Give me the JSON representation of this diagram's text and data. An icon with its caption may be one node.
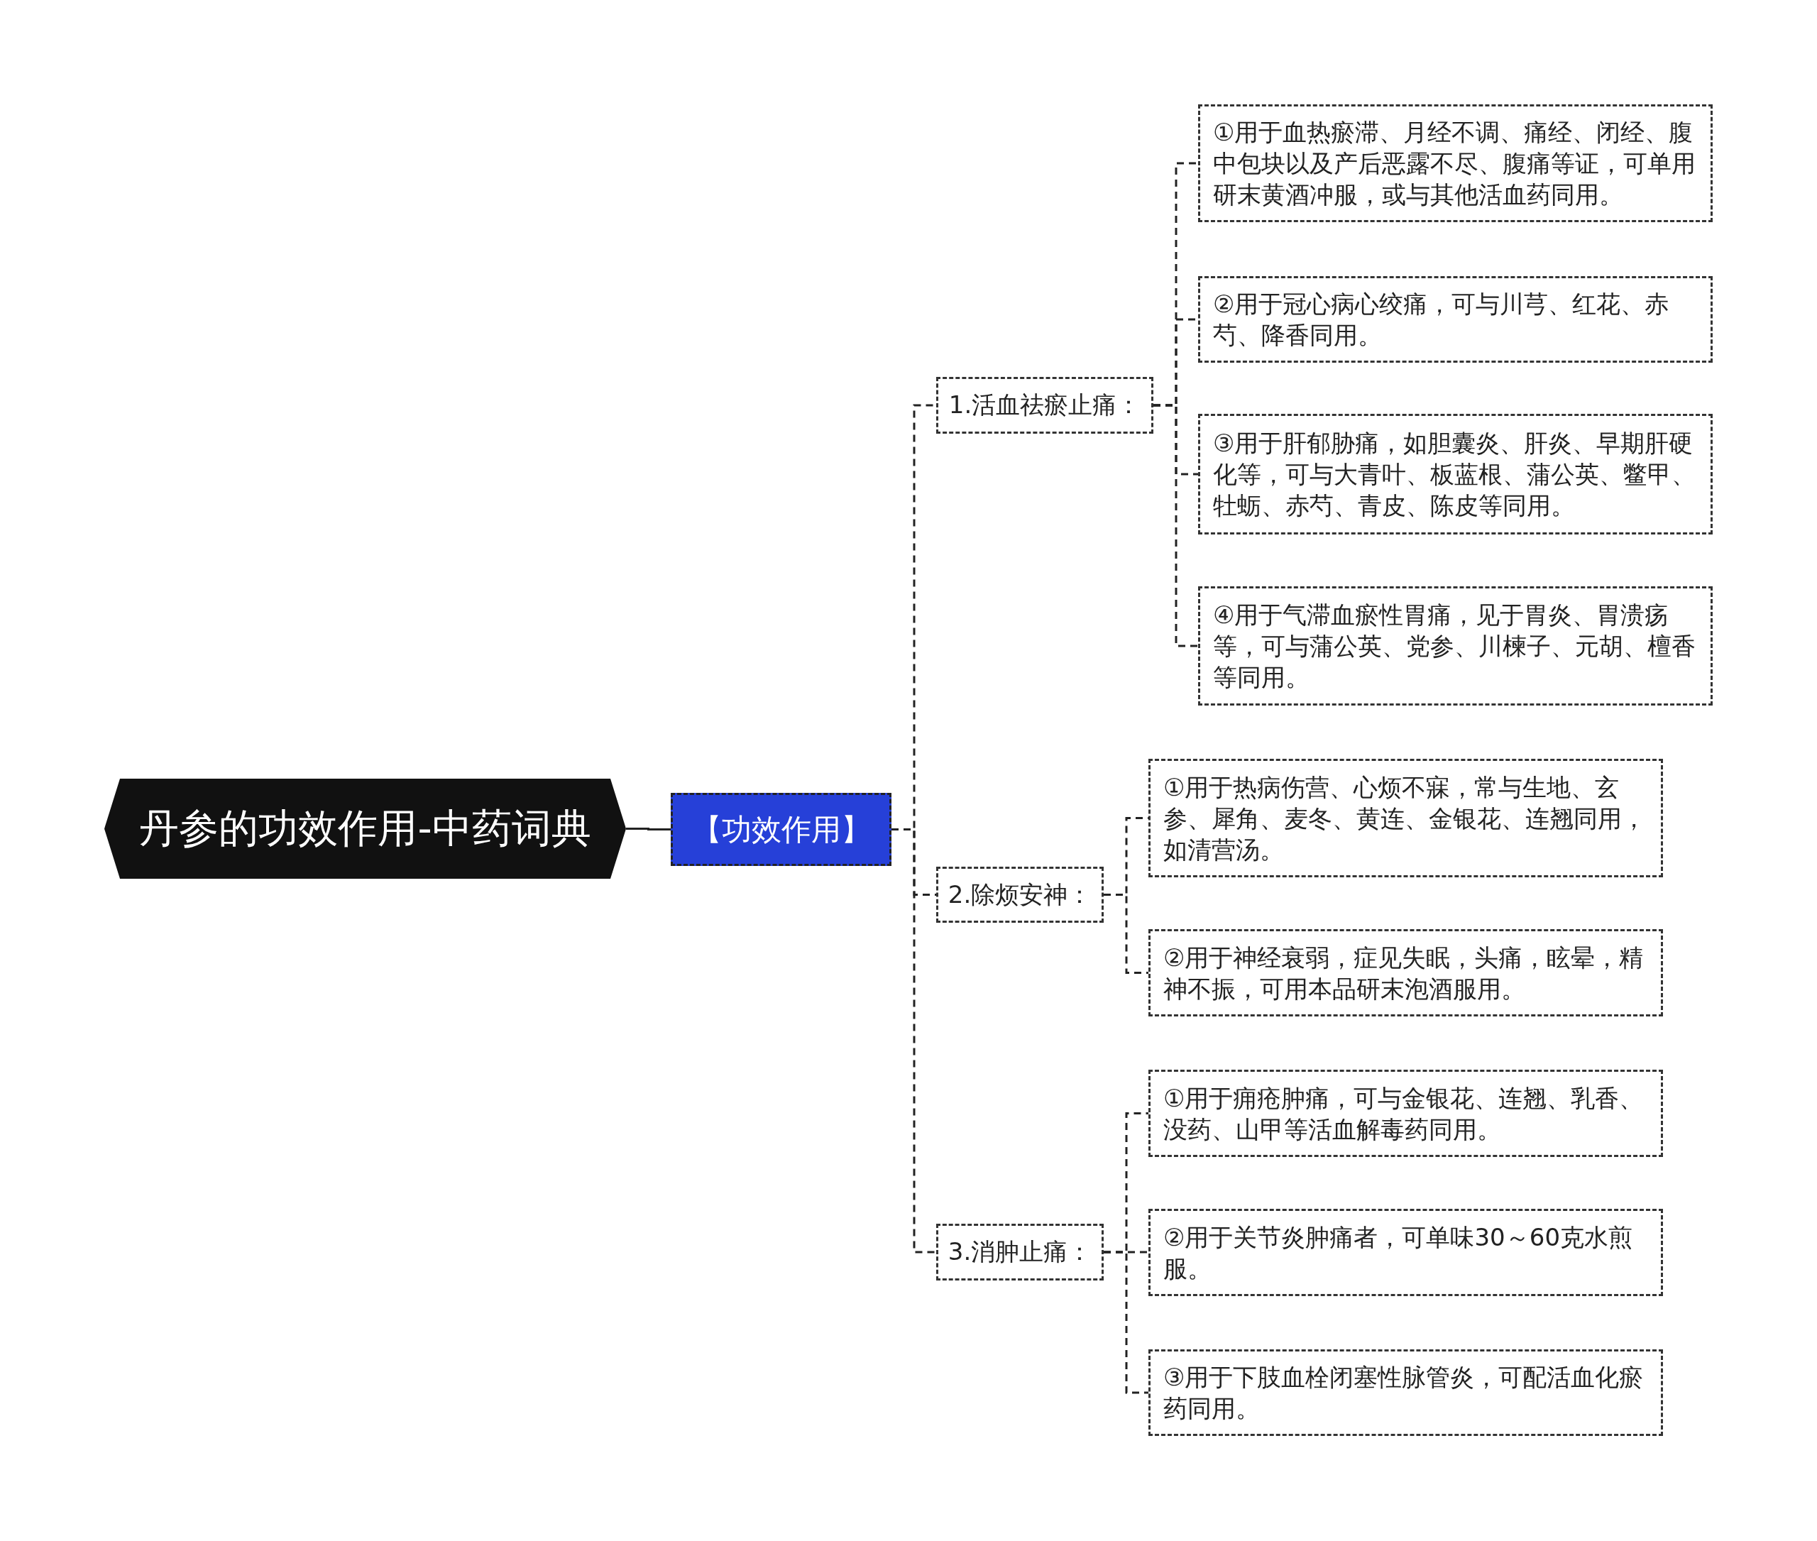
{
  "diagram": {
    "nodes": [
      {
        "text": [
          "丹参的功效作用-中药词典"
        ]
      },
      {
        "text": [
          "【功效作用】"
        ]
      },
      {
        "text": [
          "1.活血祛瘀止痛："
        ]
      },
      {
        "text": [
          "①用于血热瘀滞、月经不调、痛经、闭经、腹中包块以及产后恶露不尽、腹痛等证，可单用研末黄酒冲服，或与其他活血药同用。"
        ]
      },
      {
        "text": [
          "②用于冠心病心绞痛，可与川芎、红花、赤芍、降香同用。"
        ]
      },
      {
        "text": [
          "③用于肝郁胁痛，如胆囊炎、肝炎、早期肝硬化等，可与大青叶、板蓝根、蒲公英、鳖甲、牡蛎、赤芍、青皮、陈皮等同用。"
        ]
      },
      {
        "text": [
          "④用于气滞血瘀性胃痛，见于胃炎、胃溃疡等，可与蒲公英、党参、川楝子、元胡、檀香等同用。"
        ]
      },
      {
        "text": [
          "2.除烦安神："
        ]
      },
      {
        "text": [
          "①用于热病伤营、心烦不寐，常与生地、玄参、犀角、麦冬、黄连、金银花、连翘同用，如清营汤。"
        ]
      },
      {
        "text": [
          "②用于神经衰弱，症见失眠，头痛，眩晕，精神不振，可用本品研末泡酒服用。"
        ]
      },
      {
        "text": [
          "3.消肿止痛："
        ]
      },
      {
        "text": [
          "①用于痈疮肿痛，可与金银花、连翘、乳香、没药、山甲等活血解毒药同用。"
        ]
      },
      {
        "text": [
          "②用于关节炎肿痛者，可单味30～60克水煎服。"
        ]
      },
      {
        "text": [
          "③用于下肢血栓闭塞性脉管炎，可配活血化瘀药同用。"
        ]
      }
    ],
    "edges": [
      {
        "from": 0,
        "to": 1,
        "arrow": "none"
      },
      {
        "from": 1,
        "to": 2,
        "arrow": "none",
        "style": "dashed"
      },
      {
        "from": 1,
        "to": 7,
        "arrow": "none",
        "style": "dashed"
      },
      {
        "from": 1,
        "to": 10,
        "arrow": "none",
        "style": "dashed"
      },
      {
        "from": 2,
        "to": 3,
        "arrow": "none",
        "style": "dashed"
      },
      {
        "from": 2,
        "to": 4,
        "arrow": "none",
        "style": "dashed"
      },
      {
        "from": 2,
        "to": 5,
        "arrow": "none",
        "style": "dashed"
      },
      {
        "from": 2,
        "to": 6,
        "arrow": "none",
        "style": "dashed"
      },
      {
        "from": 7,
        "to": 8,
        "arrow": "none",
        "style": "dashed"
      },
      {
        "from": 7,
        "to": 9,
        "arrow": "none",
        "style": "dashed"
      },
      {
        "from": 10,
        "to": 11,
        "arrow": "none",
        "style": "dashed"
      },
      {
        "from": 10,
        "to": 12,
        "arrow": "none",
        "style": "dashed"
      },
      {
        "from": 10,
        "to": 13,
        "arrow": "none",
        "style": "dashed"
      }
    ]
  }
}
